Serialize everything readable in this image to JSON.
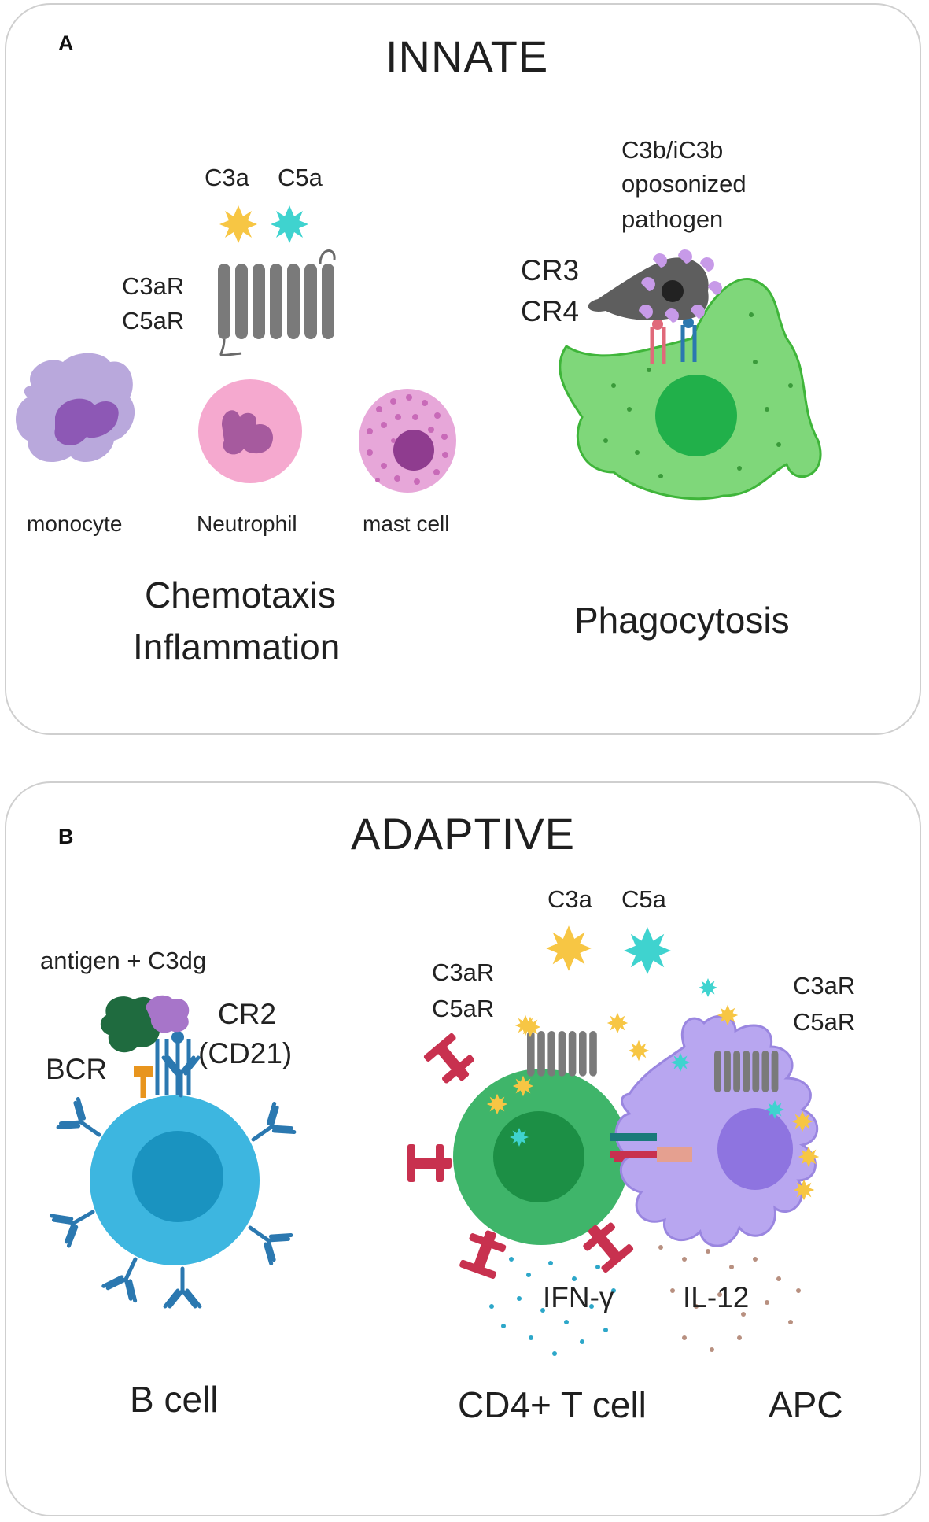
{
  "panel_a": {
    "letter": "A",
    "title": "INNATE",
    "c3a": "C3a",
    "c5a": "C5a",
    "receptor_line1": "C3aR",
    "receptor_line2": "C5aR",
    "cells": [
      "monocyte",
      "Neutrophil",
      "mast cell"
    ],
    "chemotaxis_line1": "Chemotaxis",
    "chemotaxis_line2": "Inflammation",
    "pathogen_line1": "C3b/iC3b",
    "pathogen_line2": "oposonized",
    "pathogen_line3": "pathogen",
    "cr3": "CR3",
    "cr4": "CR4",
    "phagocytosis": "Phagocytosis"
  },
  "panel_b": {
    "letter": "B",
    "title": "ADAPTIVE",
    "antigen": "antigen + C3dg",
    "cr2_line1": "CR2",
    "cr2_line2": "(CD21)",
    "bcr": "BCR",
    "b_cell": "B cell",
    "c3a": "C3a",
    "c5a": "C5a",
    "t_receptor_line1": "C3aR",
    "t_receptor_line2": "C5aR",
    "apc_receptor_line1": "C3aR",
    "apc_receptor_line2": "C5aR",
    "ifn": "IFN-γ",
    "il12": "IL-12",
    "t_cell": "CD4+ T cell",
    "apc": "APC"
  },
  "colors": {
    "c3a_yellow": "#f7c644",
    "c5a_cyan": "#3fd3cf",
    "receptor_gray": "#7a7a7a",
    "monocyte": "#b9a8dc",
    "neutrophil": "#f5a9cf",
    "mast_cell": "#e7a7d9",
    "macrophage": "#7fd77a",
    "b_cell": "#3db6e0",
    "t_cell": "#3fb56a",
    "apc": "#b8a6f0",
    "tcr_red": "#c8314f",
    "antibody_blue": "#2b78b0"
  }
}
